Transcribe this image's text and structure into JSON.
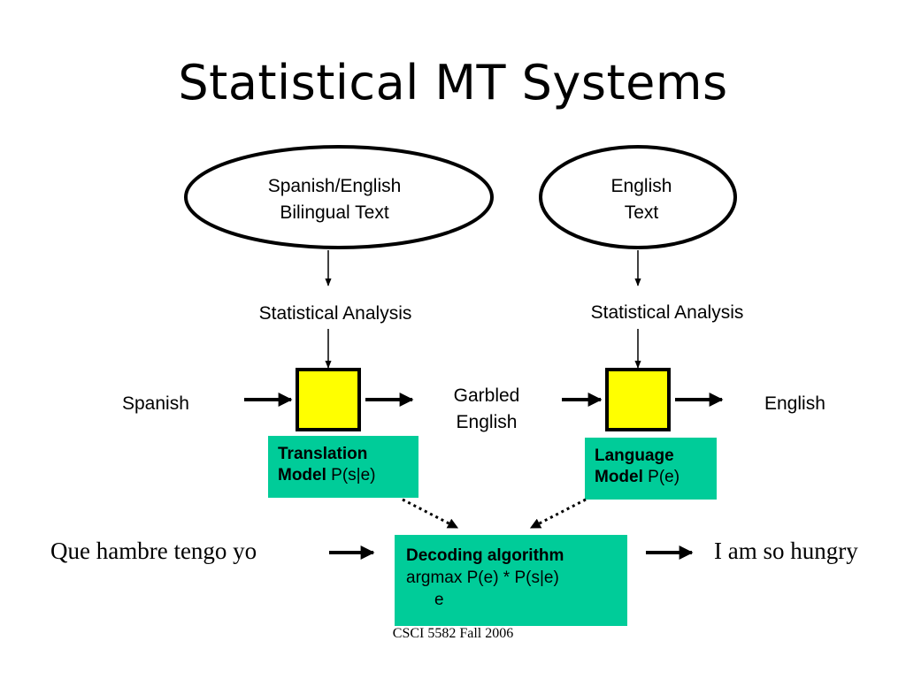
{
  "title": "Statistical MT Systems",
  "ellipses": {
    "bilingual": {
      "line1": "Spanish/English",
      "line2": "Bilingual Text"
    },
    "english": {
      "line1": "English",
      "line2": "Text"
    }
  },
  "analysis_left": "Statistical Analysis",
  "analysis_right": "Statistical Analysis",
  "input_label": "Spanish",
  "garbled": {
    "line1": "Garbled",
    "line2": "English"
  },
  "output_label": "English",
  "translation_model": {
    "bold1": "Translation",
    "bold2": "Model",
    "formula": "P(s|e)"
  },
  "language_model": {
    "bold1": "Language",
    "bold2": "Model",
    "formula": "P(e)"
  },
  "decoding": {
    "bold": "Decoding algorithm",
    "formula": "argmax P(e) * P(s|e)",
    "subscript": "e"
  },
  "example_input": "Que hambre tengo yo",
  "example_output": "I am so hungry",
  "footer": "CSCI 5582 Fall 2006",
  "colors": {
    "model_box": "#00cc99",
    "process_square": "#ffff00",
    "stroke": "#000000"
  }
}
